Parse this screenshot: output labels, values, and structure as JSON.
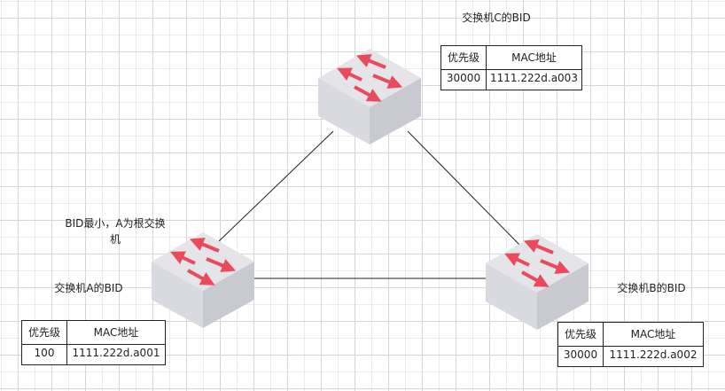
{
  "switches": {
    "C": {
      "title": "交换机C的BID",
      "priority_header": "优先级",
      "priority": "30000",
      "mac_header": "MAC地址",
      "mac": "1111.222d.a003"
    },
    "A": {
      "title": "交换机A的BID",
      "priority_header": "优先级",
      "priority": "100",
      "mac_header": "MAC地址",
      "mac": "1111.222d.a001",
      "note": "BID最小，A为根交换机"
    },
    "B": {
      "title": "交换机B的BID",
      "priority_header": "优先级",
      "priority": "30000",
      "mac_header": "MAC地址",
      "mac": "1111.222d.a002"
    }
  },
  "colors": {
    "arrow": "#e94b5d",
    "cube_top": "#e4e4e9",
    "cube_left": "#d9dae0",
    "cube_right": "#c9cad1"
  }
}
